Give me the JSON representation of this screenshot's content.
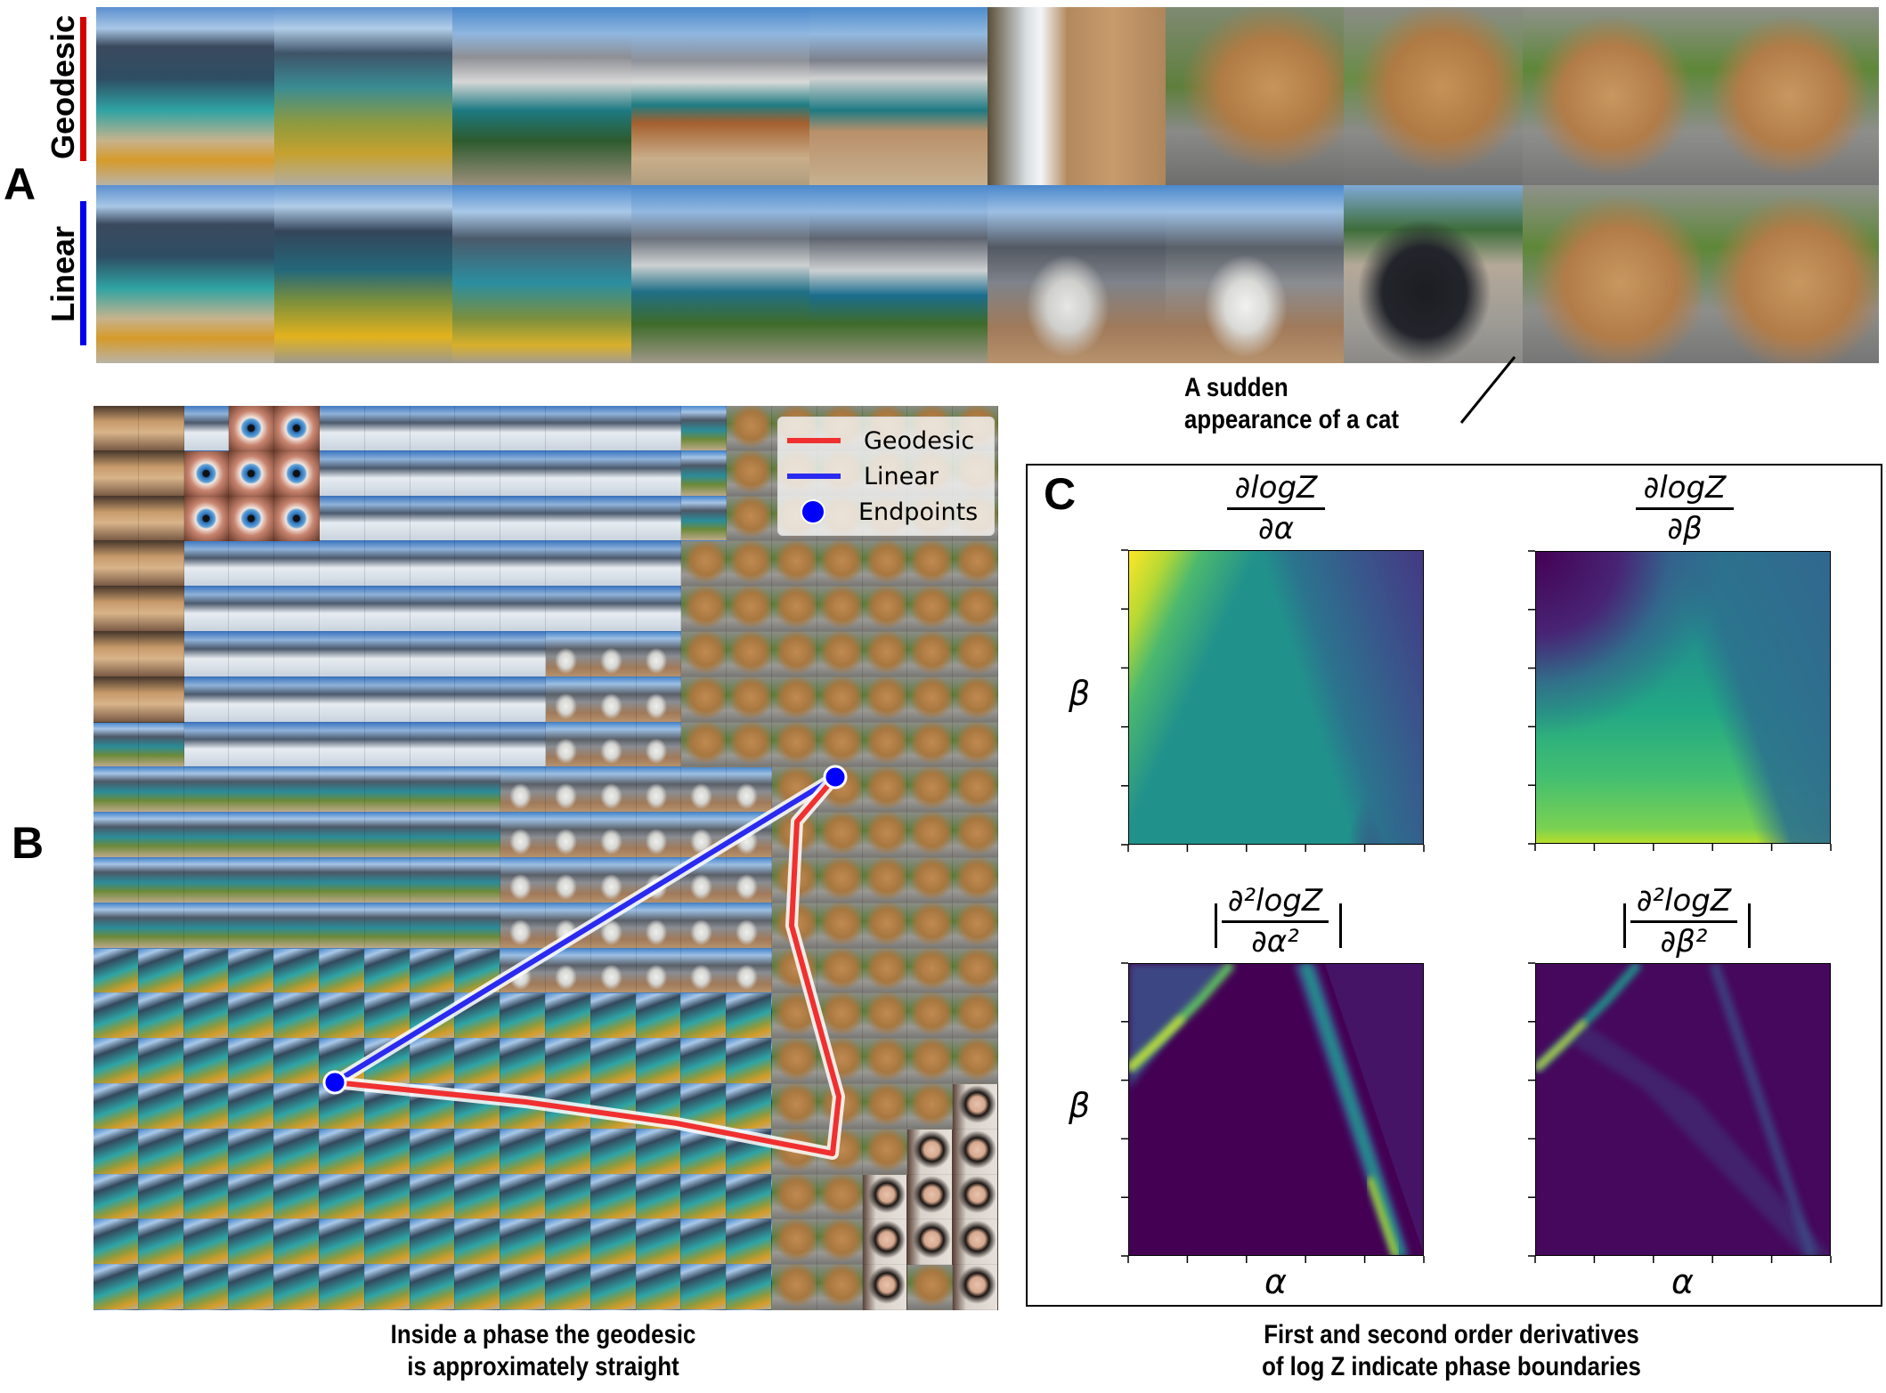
{
  "panel_labels": {
    "a": "A",
    "b": "B",
    "c": "C"
  },
  "panel_a": {
    "rows": [
      {
        "label": "Geodesic",
        "bar_color": "#d40000",
        "tiles": [
          "lake-valley-orange-meadow",
          "lake-valley-river",
          "mountain-lake-peaks",
          "mountain-lake-chalet",
          "mountain-lake-rock-arch",
          "waterfall-canyon",
          "bobcat-on-road",
          "bobcat-on-road",
          "bobcat-on-road",
          "bobcat-on-road"
        ]
      },
      {
        "label": "Linear",
        "bar_color": "#0000ee",
        "tiles": [
          "lake-valley-orange-meadow",
          "lake-valley-yellow-flowers",
          "river-valley-hiker",
          "mountain-lake-dog",
          "mountain-lake-dog",
          "suv-mountain",
          "white-suv-mountain",
          "black-vintage-truck",
          "bobcat-on-road",
          "bobcat-on-road"
        ]
      }
    ],
    "annotation": {
      "line1": "A sudden",
      "line2": "appearance of a cat"
    }
  },
  "panel_b": {
    "grid": {
      "rows": 20,
      "cols": 20
    },
    "legend": [
      {
        "label": "Geodesic",
        "type": "line",
        "color": "#f03030"
      },
      {
        "label": "Linear",
        "type": "line",
        "color": "#2a2af0"
      },
      {
        "label": "Endpoints",
        "type": "dot",
        "color": "#0000ff"
      }
    ],
    "caption": {
      "line1": "Inside a phase the geodesic",
      "line2": "is approximately straight"
    }
  },
  "panel_c": {
    "plots": [
      {
        "title_num": "∂logZ",
        "title_den": "∂α",
        "abs": false,
        "ylabel": "β",
        "xlabel": ""
      },
      {
        "title_num": "∂logZ",
        "title_den": "∂β",
        "abs": false,
        "ylabel": "",
        "xlabel": ""
      },
      {
        "title_num": "∂²logZ",
        "title_den": "∂α²",
        "abs": true,
        "ylabel": "β",
        "xlabel": "α"
      },
      {
        "title_num": "∂²logZ",
        "title_den": "∂β²",
        "abs": true,
        "ylabel": "",
        "xlabel": "α"
      }
    ],
    "caption": {
      "line1": "First and second order derivatives",
      "line2": "of log Z indicate phase boundaries"
    }
  },
  "chart_data": {
    "type": "heatmap",
    "title": "First and second order derivatives of log Z indicate phase boundaries",
    "xlabel": "α",
    "ylabel": "β",
    "colormap": "viridis",
    "tick_count_x": 6,
    "tick_count_y": 6,
    "tick_labels": "none",
    "subplots": [
      {
        "title": "∂logZ/∂α",
        "description": "high (yellow) at top-left corner, mid teal across most area, low (purple) toward right edge and bottom-right corner"
      },
      {
        "title": "∂logZ/∂β",
        "description": "low (purple) at top-left corner, blue-teal upper right, green increasing toward bottom, yellow at bottom corners"
      },
      {
        "title": "|∂²logZ/∂α²|",
        "description": "dark background with bright ridge along diagonal band upper-left and bright ridge descending to bottom-right (phase boundaries)"
      },
      {
        "title": "|∂²logZ/∂β²|",
        "description": "dark background with bright ridge upper-left diagonal band and faint ridge toward bottom-right"
      }
    ]
  }
}
